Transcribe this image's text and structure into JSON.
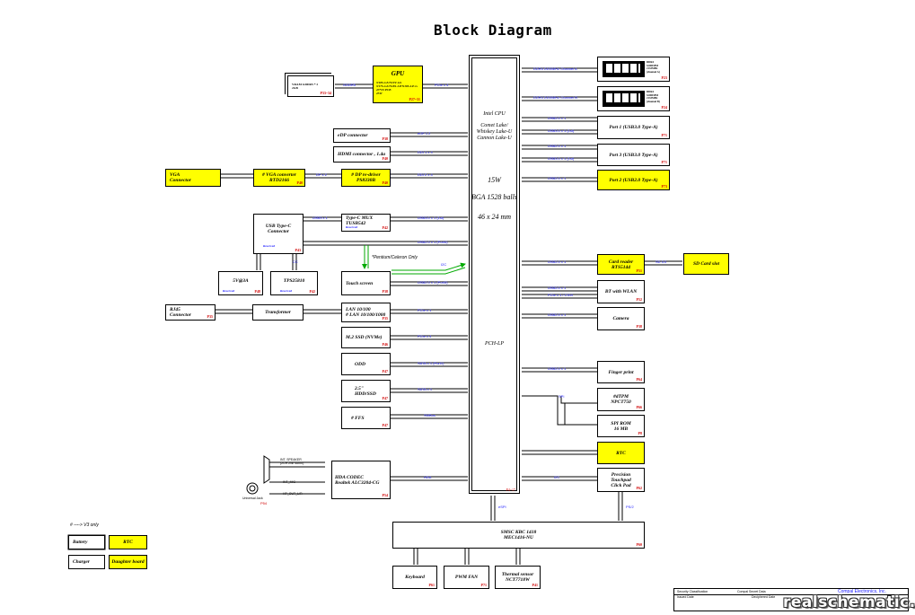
{
  "title": "Block Diagram",
  "cpu": {
    "line1": "Intel CPU",
    "line2": "Comet Lake/\nWhiskey Lake-U\nCannon Lake-U",
    "power": "15W",
    "package": "BGA 1528 balls",
    "size": "46 x 24 mm",
    "pch": "PCH-LP",
    "page": "P4~17"
  },
  "boxes": {
    "gpu": {
      "title": "GPU",
      "detail": "N18S-G5/N19V-GS\nN17S-G3/N18S-LP/N18S-LP-G\n23*23 PCB\n25W",
      "page": "P27~31"
    },
    "vram": {
      "label": "VRAM GDDR5 * 2\n2GB",
      "page": "P33~34"
    },
    "edp": {
      "label": "eDP connector",
      "page": "P38"
    },
    "hdmi": {
      "label": "HDMI connector , 1.4a",
      "page": "P40"
    },
    "dp_redriver": {
      "label": "# DP re-driver\nPS8330B",
      "page": "P40"
    },
    "vga_conv": {
      "label": "# VGA converter\nRTD2166",
      "page": "P40"
    },
    "vga_conn": {
      "label": "VGA\nConnector",
      "page": ""
    },
    "usbc": {
      "label": "USB Type-C\nConnector",
      "sub": "Reserved",
      "page": "P43"
    },
    "typec_mux": {
      "label": "Type-C MUX\nTUSB542",
      "sub": "Reserved",
      "page": "P42"
    },
    "svid": {
      "label": "5V@3A",
      "sub": "Reserved",
      "page": "P48"
    },
    "tps": {
      "label": "TPS25810",
      "sub": "Reserved",
      "page": "P42"
    },
    "touch": {
      "label": "Touch screen",
      "page": "P38"
    },
    "rj45": {
      "label": "RJ45\nConnector",
      "page": "P35"
    },
    "transformer": {
      "label": "Transformer",
      "page": ""
    },
    "lan": {
      "label": "LAN 10/100\n# LAN 10/100/1000",
      "page": "P35"
    },
    "m2": {
      "label": "M.2 SSD (NVMe)",
      "page": "P46"
    },
    "odd": {
      "label": "ODD",
      "page": "P47"
    },
    "hdd": {
      "label": "2.5\"\nHDD/SSD",
      "page": "P47"
    },
    "ffs": {
      "label": "# FFS",
      "page": "P47"
    },
    "codec": {
      "label": "HDA CODEC\nRealtek ALC3204-CG",
      "page": "P54"
    },
    "dimm1": {
      "label": "DDR4\nSODIMM\n2133MHz\n(channel A)",
      "page": "P23"
    },
    "dimm2": {
      "label": "DDR4\nSODIMM\n2133MHz\n(channel B)",
      "page": "P24"
    },
    "port1": {
      "label": "Port 1 (USB3.0 Type-A)",
      "page": "P71"
    },
    "port3": {
      "label": "Port 3 (USB3.0 Type-A)",
      "page": "P71"
    },
    "port2": {
      "label": "Port 2 (USB2.0 Type-A)",
      "page": "P73"
    },
    "cardreader": {
      "label": "Card reader\nRTS5144",
      "page": "P51"
    },
    "sdslot": {
      "label": "SD Card slot",
      "page": ""
    },
    "bt": {
      "label": "BT with WLAN",
      "page": "P52"
    },
    "camera": {
      "label": "Camera",
      "page": "P38"
    },
    "finger": {
      "label": "Finger print",
      "page": "P64"
    },
    "tpm": {
      "label": "#dTPM\nNPCT750",
      "page": "P66"
    },
    "spirom": {
      "label": "SPI ROM\n16 MB",
      "page": "P8"
    },
    "rtc": {
      "label": "RTC",
      "page": ""
    },
    "touchpad": {
      "label": "Precision\nTouchpad\nClick Pad",
      "page": "P62"
    },
    "kbc": {
      "label": "SMSC KBC 1418\nMEC1416-NU",
      "page": "P60"
    },
    "keyboard": {
      "label": "Keyboard",
      "page": "P61"
    },
    "fan": {
      "label": "PWM FAN",
      "page": "P71"
    },
    "thermal": {
      "label": "Thermal sensor\nNCT7718W",
      "page": "P41"
    },
    "battery": {
      "label": "Battery",
      "page": ""
    },
    "rtc_legend": {
      "label": "RTC",
      "page": ""
    },
    "charger": {
      "label": "Charger",
      "page": ""
    },
    "daughter": {
      "label": "Daughter board",
      "page": ""
    }
  },
  "labels": {
    "v3only": "# ----> V3 only",
    "pentium": "*Pentium/Celeron Only",
    "i2c": "I2C",
    "espi": "eSPI",
    "ps2": "PS/2",
    "spi": "SPI",
    "audio_jack": "Universal Jack",
    "audio_jack_page": "P54",
    "int_spk": "INT. SPEAKER\n(2CH  2W/ 4ohm)",
    "int_mic": "INT_MIC",
    "hp_out": "HP_OUT_L/R",
    "bus": {
      "gddr5": "GDDR5",
      "peg": "PCIe x 4",
      "edp": "eDP 1.2",
      "ddi1": "DDI 1 x 4",
      "ddi2": "DDI 2 x 4",
      "dp": "DP x 2",
      "usbc1": "USB3.0 x 1 (1st)",
      "usbc2": "USB2.0 x 1 (Port4)",
      "usbc_conn": "USB3 x 1",
      "cc": "CC",
      "touch": "USB2.0 x 1 (Port3)",
      "lan": "PCIe x 1",
      "m2": "PCIe x 4",
      "odd": "SATA x 1 (Port1)",
      "hdd": "SATA x 1",
      "ffs": "SMBus",
      "hda": "HDA",
      "ddr_a": "DDR4 2400MHz  Channel A",
      "ddr_b": "DDR4 2400MHz  Channel B",
      "p1a": "USB2.0 x 1",
      "p1b": "USB3.0 x 1 (1st)",
      "p3a": "USB2.0 x 1",
      "p3b": "USB3.0 x 1 (1st)",
      "p2": "USB2.0 x 1",
      "card": "USB2.0 x 1",
      "sd": "SD 3.0",
      "bt": "USB2.0 x 1",
      "wlan": "PCIe x 1 / CNVi",
      "cam": "USB2.0 x 1",
      "finger": "USB2.0 x 1",
      "tp": "I2C"
    }
  },
  "titleblock": {
    "company": "Compal Electronics, Inc.",
    "sec": "Security Classification",
    "secret": "Compal Secret Data",
    "issued": "Issued Date",
    "deciphered": "Deciphered Date"
  },
  "watermark": "realschematic.com",
  "colors": {
    "highlight": "#ffff00",
    "bus_label": "#1a1aff",
    "page_ref": "#d00000",
    "arrow_green": "#00aa00"
  }
}
